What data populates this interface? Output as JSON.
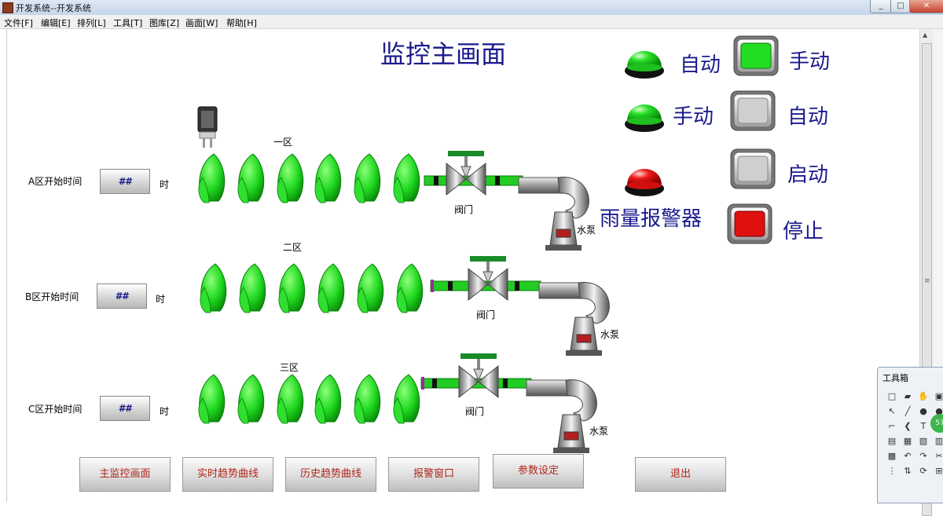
{
  "window": {
    "title": "开发系统--开发系统"
  },
  "menu": [
    "文件[F]",
    "编辑[E]",
    "排列[L]",
    "工具[T]",
    "图库[Z]",
    "画面[W]",
    "帮助[H]"
  ],
  "screen": {
    "title": "监控主画面",
    "zones": [
      {
        "name": "一区",
        "time_label": "A区开始时间",
        "time_value": "##",
        "unit": "时",
        "valve": "阀门",
        "pump": "水泵"
      },
      {
        "name": "二区",
        "time_label": "B区开始时间",
        "time_value": "##",
        "unit": "时",
        "valve": "阀门",
        "pump": "水泵"
      },
      {
        "name": "三区",
        "time_label": "C区开始时间",
        "time_value": "##",
        "unit": "时",
        "valve": "阀门",
        "pump": "水泵"
      }
    ],
    "status": {
      "auto_light": "自动",
      "manual_light": "手动",
      "manual_btn": "手动",
      "auto_btn": "自动",
      "start_btn": "启动",
      "stop_btn": "停止",
      "rain_alarm": "雨量报警器"
    },
    "nav": [
      "主监控画面",
      "实时趋势曲线",
      "历史趋势曲线",
      "报警窗口",
      "参数设定",
      "退出"
    ],
    "colors": {
      "on_green": "#22cc22",
      "alarm_red": "#e01010",
      "pipe_green": "#22cc22",
      "title_blue": "#1a1a8c",
      "nav_text": "#b0261a"
    }
  },
  "toolbox": {
    "title": "工具箱",
    "badge": "57"
  }
}
